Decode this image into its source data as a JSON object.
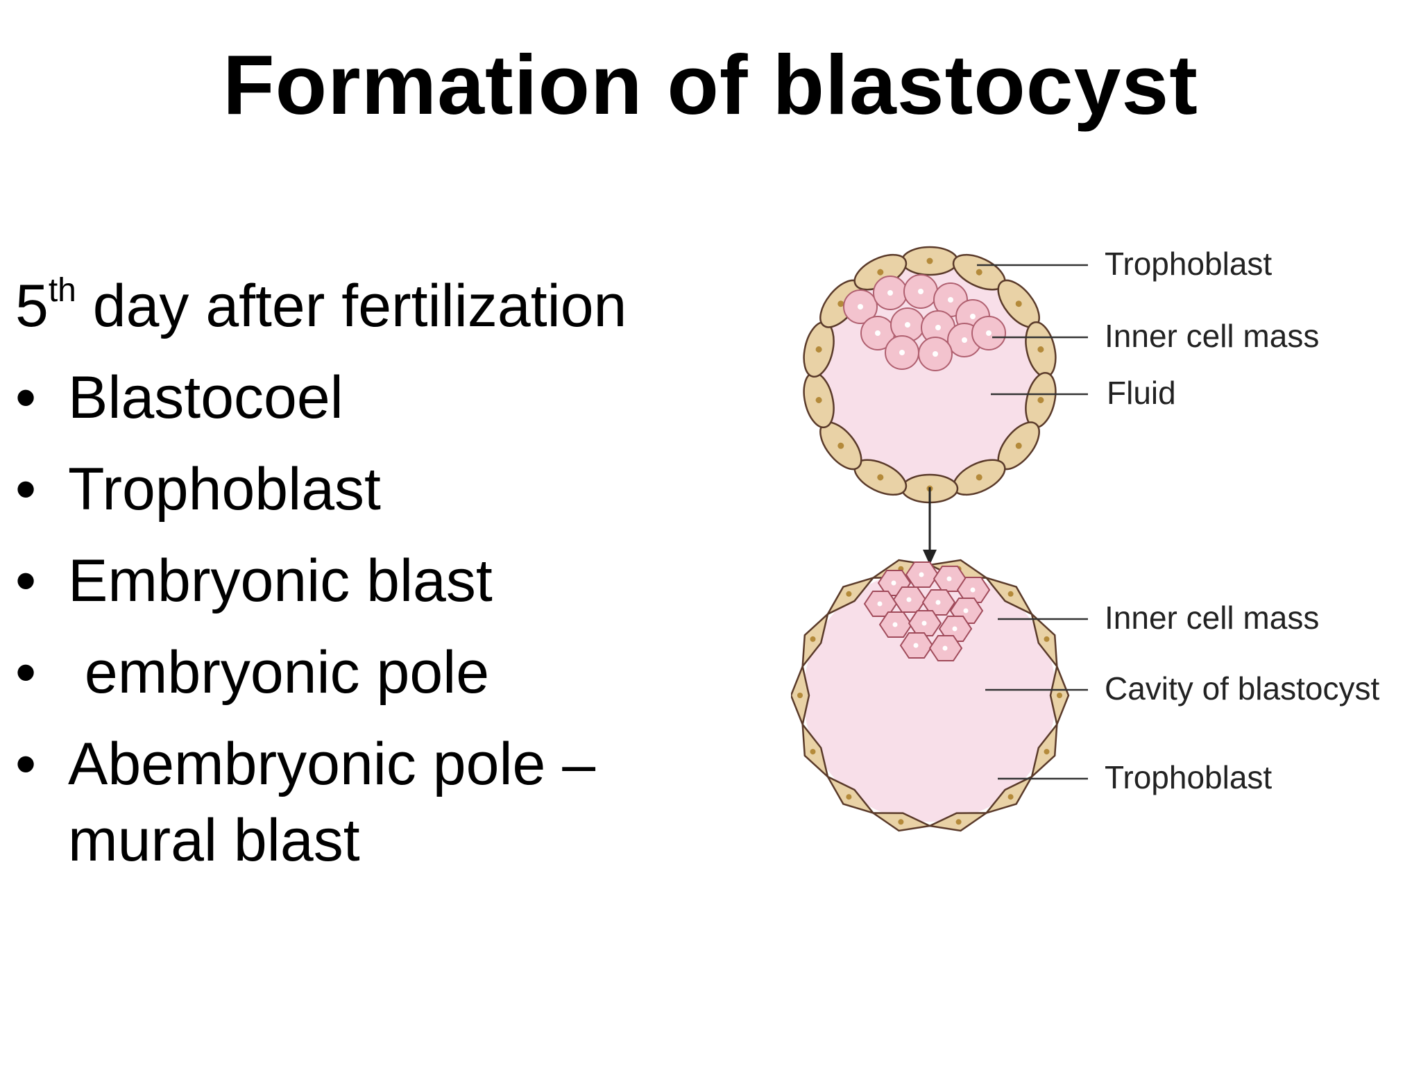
{
  "slide": {
    "title": "Formation of blastocyst",
    "intro": {
      "number": "5",
      "superscript": "th",
      "text": " day after fertilization"
    },
    "bullets": [
      {
        "marker": "•",
        "text": "Blastocoel"
      },
      {
        "marker": "•",
        "text": "Trophoblast"
      },
      {
        "marker": "•",
        "text": "Embryonic blast"
      },
      {
        "marker": "•",
        "text": " embryonic pole"
      },
      {
        "marker": "•",
        "text": "Abembryonic pole –",
        "continuation": "mural blast"
      }
    ]
  },
  "diagram": {
    "top_labels": {
      "trophoblast": "Trophoblast",
      "inner_cell_mass": "Inner cell mass",
      "fluid": "Fluid"
    },
    "bottom_labels": {
      "inner_cell_mass": "Inner cell mass",
      "cavity": "Cavity of blastocyst",
      "trophoblast": "Trophoblast"
    },
    "colors": {
      "cavity_fill": "#f8dfe9",
      "trophoblast_fill": "#e9d2a6",
      "inner_cell_fill": "#f3c3ce",
      "outline": "#5a3a2a",
      "nucleus": "#b48a3a"
    }
  }
}
